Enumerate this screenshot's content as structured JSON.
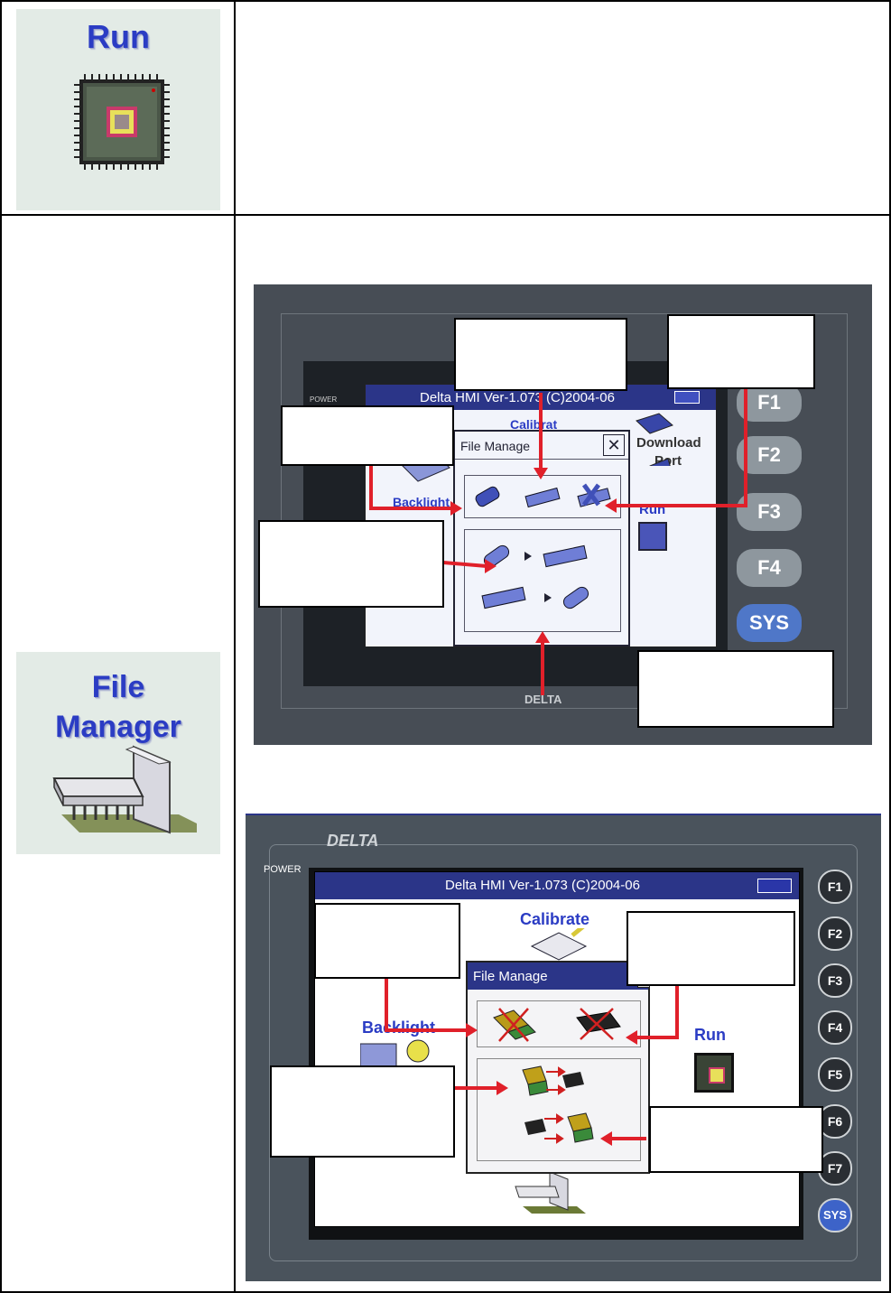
{
  "row1": {
    "icon": {
      "label": "Run",
      "icon": "chip-icon"
    }
  },
  "row2": {
    "icon": {
      "label_line1": "File",
      "label_line2": "Manager",
      "icon": "chip-document-icon"
    },
    "screen1": {
      "title": "Delta HMI Ver-1.073 (C)2004-06",
      "power_label": "POWER",
      "dialog_title": "File Manage",
      "calibrate_label": "Calibrat",
      "download_label_line1": "Download",
      "download_label_line2": "Port",
      "backlight_label": "Backlight",
      "run_label": "Run",
      "brand": "DELTA",
      "keys": [
        "F1",
        "F2",
        "F3",
        "F4",
        "SYS"
      ]
    },
    "screen2": {
      "brand": "DELTA",
      "power_label": "POWER",
      "title": "Delta HMI Ver-1.073 (C)2004-06",
      "dialog_title": "File Manage",
      "calibrate_label": "Calibrate",
      "backlight_label": "Backlight",
      "run_label": "Run",
      "keys": [
        "F1",
        "F2",
        "F3",
        "F4",
        "F5",
        "F6",
        "F7",
        "SYS"
      ]
    }
  },
  "colors": {
    "arrow": "#e0202a",
    "hmi_bezel": "#3d4650",
    "title_bar": "#2b3588",
    "label_blue": "#2b3cc4"
  }
}
